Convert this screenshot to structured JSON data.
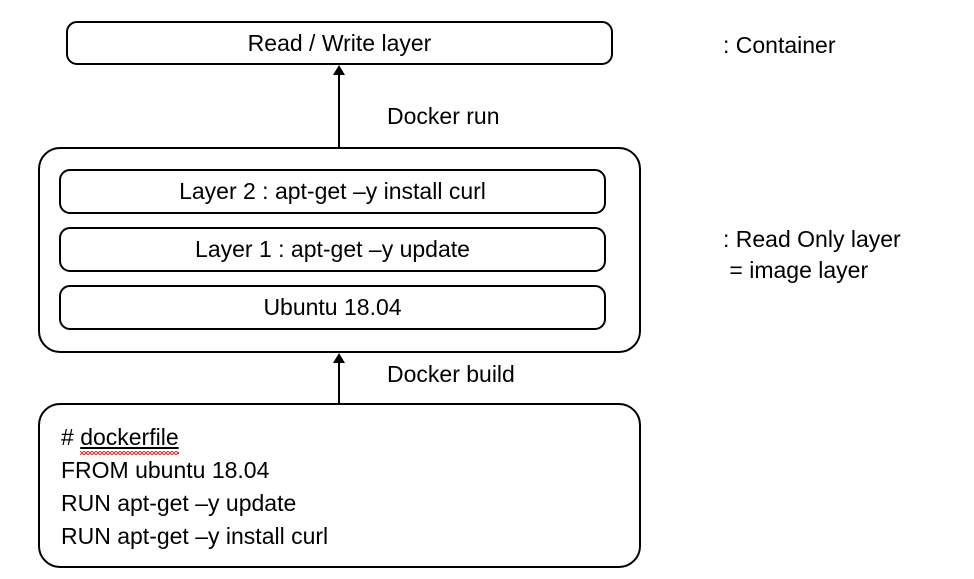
{
  "diagram": {
    "title": "Docker image and container layers",
    "type": "layered-architecture",
    "stroke_color": "#000000",
    "background_color": "#ffffff",
    "spellcheck_underline_color": "#e03a3a"
  },
  "container_layer": {
    "label": "Read / Write layer"
  },
  "image_container": {
    "layers": [
      {
        "label": "Layer 2 : apt-get –y install curl"
      },
      {
        "label": "Layer 1 : apt-get –y update"
      },
      {
        "label": "Ubuntu 18.04"
      }
    ]
  },
  "dockerfile": {
    "lines": [
      {
        "prefix": "# ",
        "text": "dockerfile",
        "misspelled": true
      },
      {
        "prefix": "",
        "text": "FROM ubuntu 18.04",
        "misspelled": false
      },
      {
        "prefix": "",
        "text": "RUN apt-get –y update",
        "misspelled": false
      },
      {
        "prefix": "",
        "text": "RUN apt-get –y install curl",
        "misspelled": false
      }
    ]
  },
  "arrows": [
    {
      "name": "docker-run",
      "label": "Docker run",
      "direction": "up",
      "from": "image-container",
      "to": "read-write-layer"
    },
    {
      "name": "docker-build",
      "label": "Docker build",
      "direction": "up",
      "from": "dockerfile",
      "to": "image-container"
    }
  ],
  "annotations": {
    "container": ": Container",
    "image": ": Read Only layer\n = image layer"
  }
}
